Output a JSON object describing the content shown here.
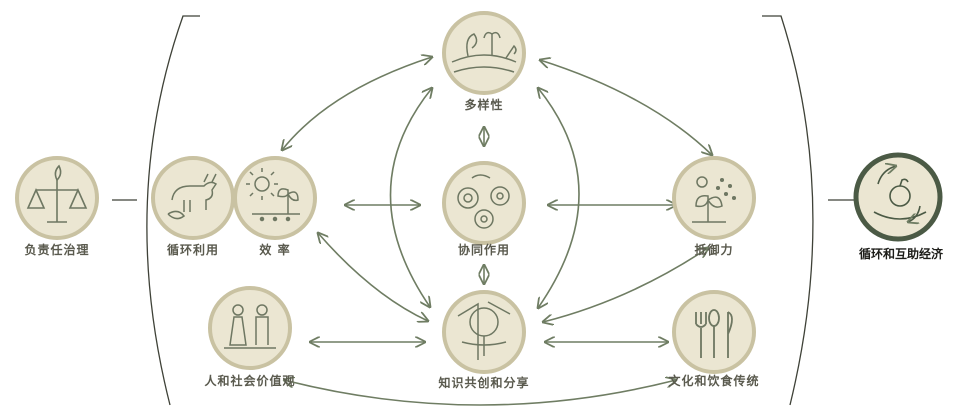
{
  "elements": {
    "responsible_governance": "负责任治理",
    "recycling": "循环利用",
    "efficiency": "效 率",
    "diversity": "多样性",
    "synergies": "协同作用",
    "resilience": "抵御力",
    "human_social_values": "人和社会价值观",
    "co_creation_knowledge": "知识共创和分享",
    "culture_food_traditions": "文化和饮食传统",
    "circular_solidarity_economy": "循环和互助经济"
  },
  "colors": {
    "node_fill": "#ebe6d2",
    "node_ring": "#c9c2a2",
    "icon_stroke": "#6e7762",
    "arrow": "#6f7d63",
    "bracket": "#3f4238",
    "label": "#5a5a4e",
    "highlight_ring": "#4b5a45"
  },
  "icons": {
    "responsible_governance": "balance-scale-icon",
    "recycling": "cow-leaf-icon",
    "efficiency": "sun-seedling-icon",
    "diversity": "biodiversity-icon",
    "synergies": "gears-icon",
    "resilience": "plant-rain-icon",
    "human_social_values": "farmers-icon",
    "co_creation_knowledge": "tree-map-icon",
    "culture_food_traditions": "cutlery-icon",
    "circular_solidarity_economy": "apple-hands-cycle-icon"
  }
}
